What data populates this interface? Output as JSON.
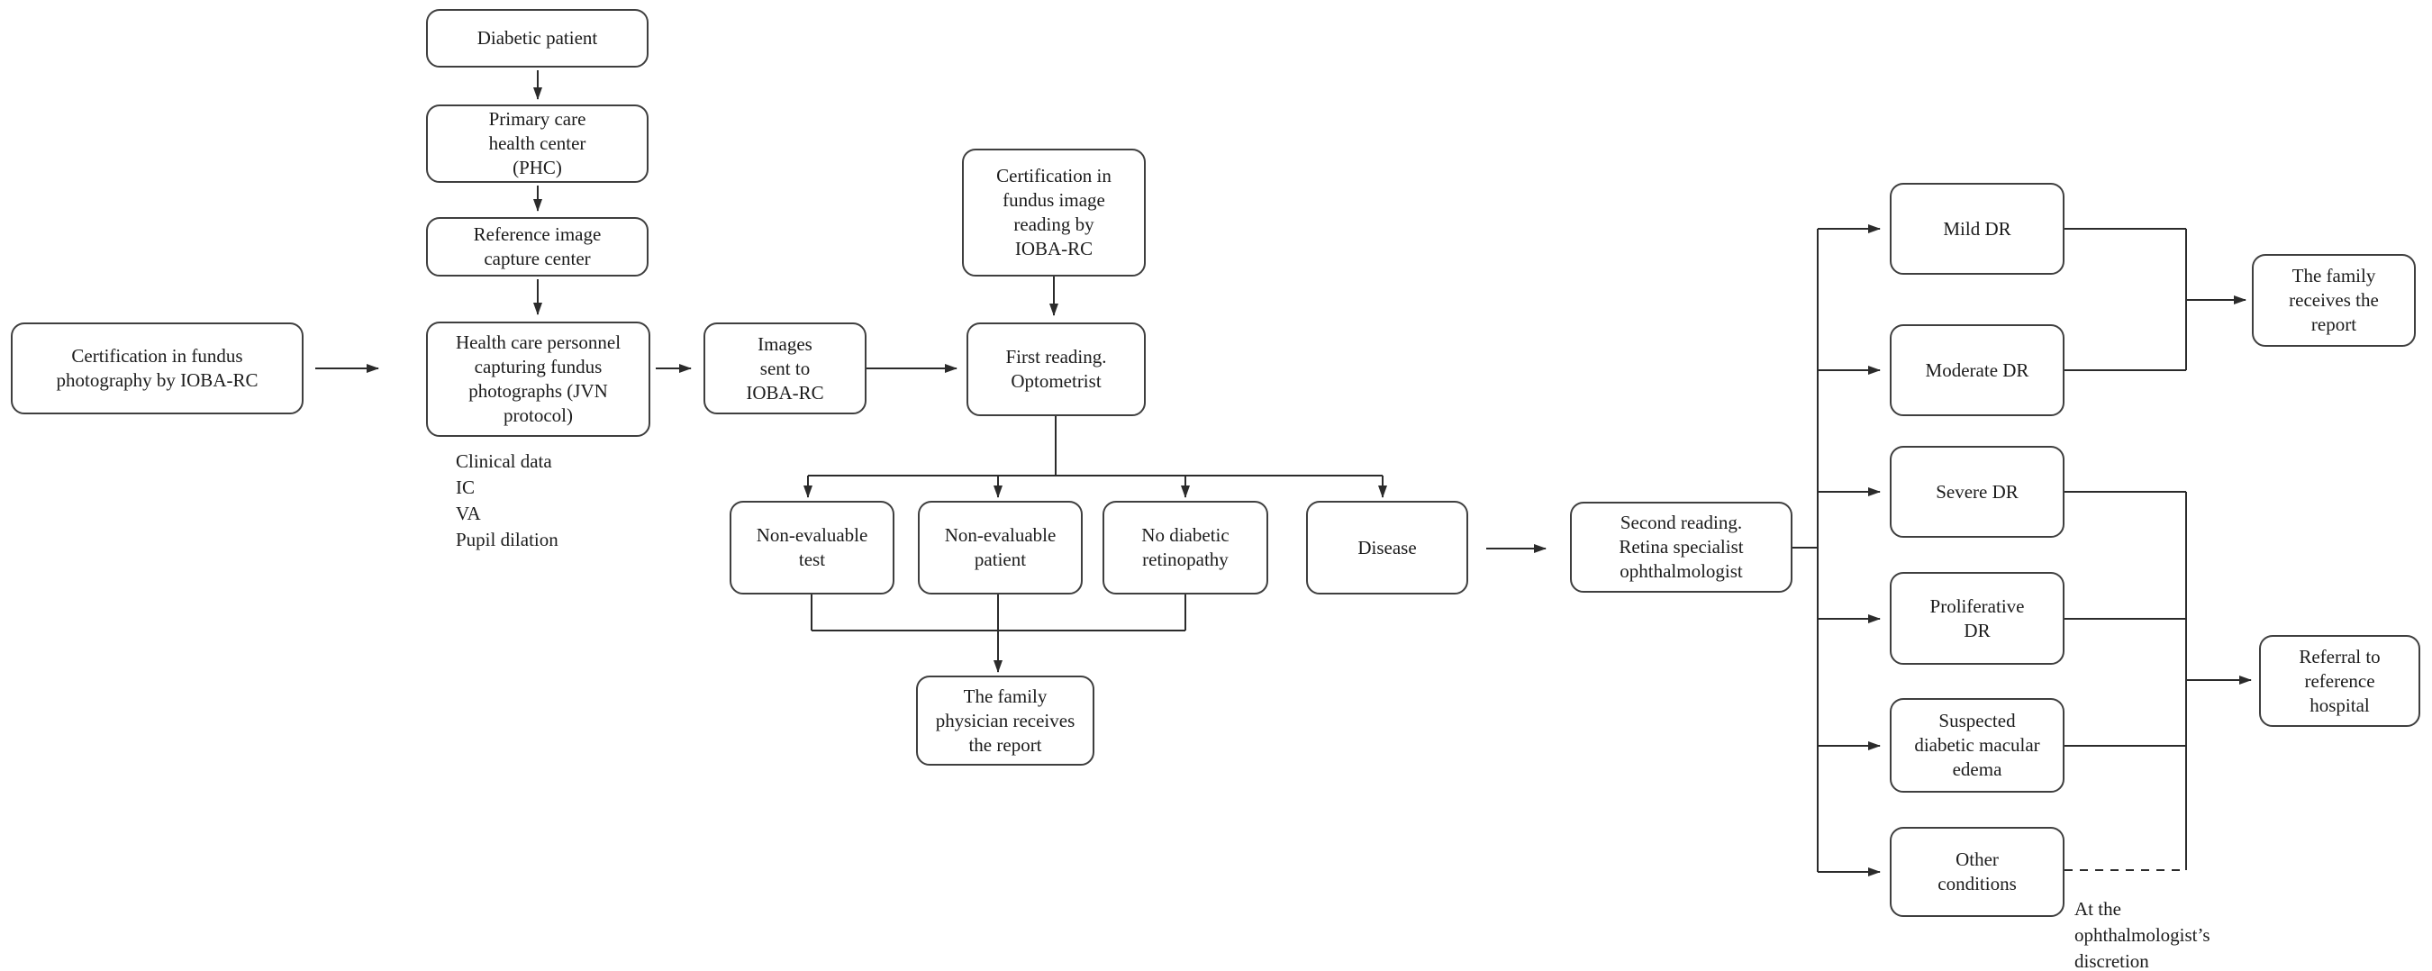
{
  "nodes": {
    "diabetic_patient": "Diabetic patient",
    "phc": "Primary care\nhealth center\n(PHC)",
    "reference_capture": "Reference image\ncapture center",
    "cert_photography": "Certification in fundus\nphotography by IOBA-RC",
    "health_personnel": "Health care personnel\ncapturing fundus\nphotographs (JVN\nprotocol)",
    "images_sent": "Images\nsent to\nIOBA-RC",
    "cert_reading": "Certification in\nfundus image\nreading by\nIOBA-RC",
    "first_reading": "First reading.\nOptometrist",
    "non_evaluable_test": "Non-evaluable\ntest",
    "non_evaluable_patient": "Non-evaluable\npatient",
    "no_diabetic_retinopathy": "No diabetic\nretinopathy",
    "disease": "Disease",
    "family_physician_report": "The family\nphysician receives\nthe report",
    "second_reading": "Second reading.\nRetina specialist\nophthalmologist",
    "mild_dr": "Mild DR",
    "moderate_dr": "Moderate DR",
    "severe_dr": "Severe DR",
    "proliferative_dr": "Proliferative\nDR",
    "suspected_dme": "Suspected\ndiabetic macular\nedema",
    "other_conditions": "Other\nconditions",
    "family_receives_report": "The family\nreceives the\nreport",
    "referral_hospital": "Referral to\nreference\nhospital"
  },
  "annotations": {
    "capture_checklist": "Clinical data\nIC\nVA\nPupil dilation",
    "discretion_note": "At the\nophthalmologist’s\ndiscretion"
  },
  "colors": {
    "background": "#ffffff",
    "line": "#2b2b2b",
    "box_border": "#3f3f3f",
    "text": "#1c1c1c"
  }
}
